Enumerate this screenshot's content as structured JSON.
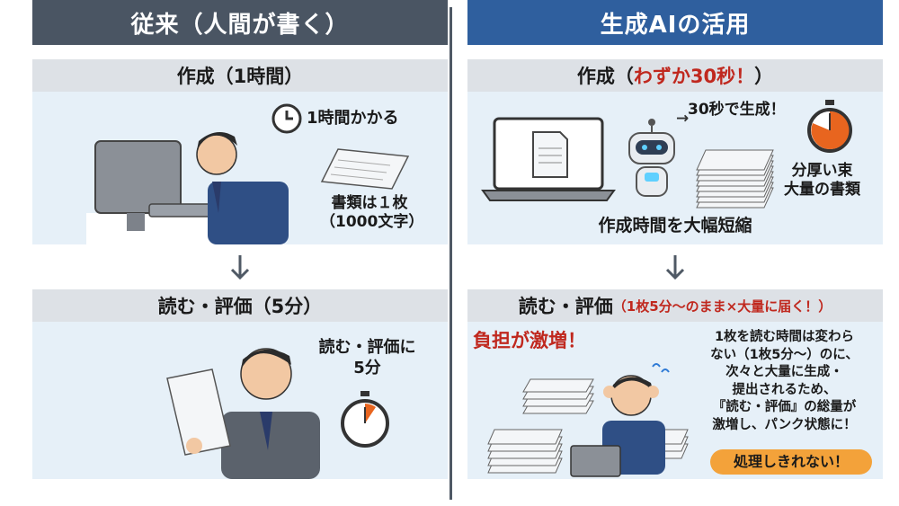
{
  "left": {
    "header": "従来（人間が書く）",
    "step1": {
      "title": "作成（1時間）",
      "time_note": "1時間かかる",
      "doc_note_line1": "書類は１枚",
      "doc_note_line2": "（1000文字）"
    },
    "step2": {
      "title": "読む・評価（5分）",
      "note_line1": "読む・評価に",
      "note_line2": "5分"
    }
  },
  "right": {
    "header": "生成AIの活用",
    "step1": {
      "title_prefix": "作成（",
      "title_highlight": "わずか30秒！",
      "title_suffix": "）",
      "timer_note": "30秒で生成！",
      "stack_note_line1": "分厚い束",
      "stack_note_line2": "大量の書類",
      "summary": "作成時間を大幅短縮"
    },
    "step2": {
      "title": "読む・評価",
      "title_note": "（1枚5分〜のまま×大量に届く！）",
      "burden": "負担が激増！",
      "explain_lines": [
        "1枚を読む時間は変わら",
        "ない（1枚5分〜）のに、",
        "次々と大量に生成・",
        "提出されるため、",
        "『読む・評価』の総量が",
        "激増し、パンク状態に！"
      ],
      "callout": "処理しきれない！"
    }
  },
  "colors": {
    "left_header": "#4a5563",
    "right_header": "#2f5f9e",
    "step_bar": "#dde1e6",
    "panel": "#e6f0f8",
    "highlight_red": "#c0281e",
    "callout_orange": "#f3a23a"
  },
  "icons": [
    "clock-icon",
    "document-icon",
    "stopwatch-icon",
    "robot-icon",
    "laptop-icon",
    "paper-stack-icon",
    "down-arrow-icon"
  ]
}
